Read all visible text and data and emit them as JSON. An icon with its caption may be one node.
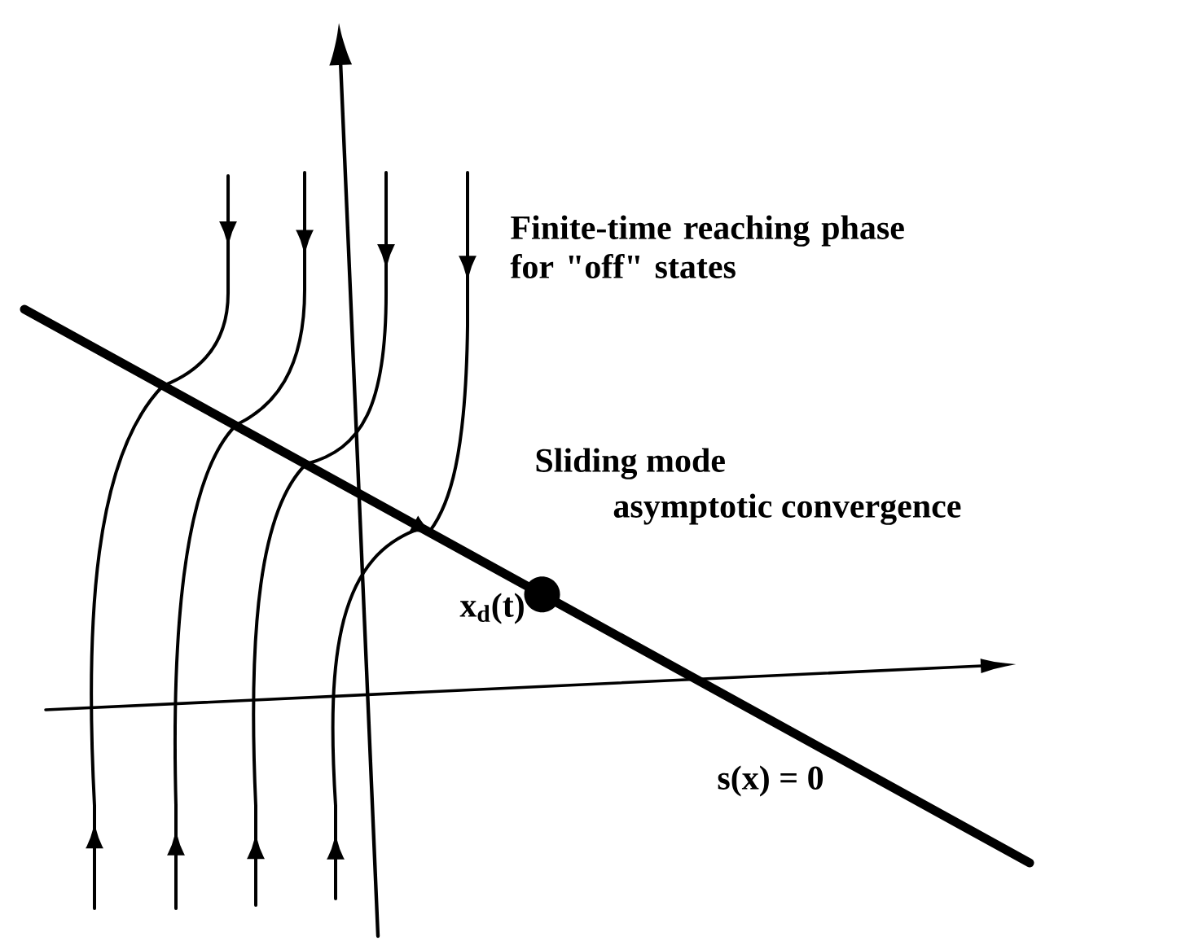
{
  "diagram": {
    "labels": [
      "Finite-time reaching phase for \"off\" states",
      "Sliding mode",
      "asymptotic convergence",
      "x$_{d}$(t)",
      "s(x) = 0"
    ]
  }
}
